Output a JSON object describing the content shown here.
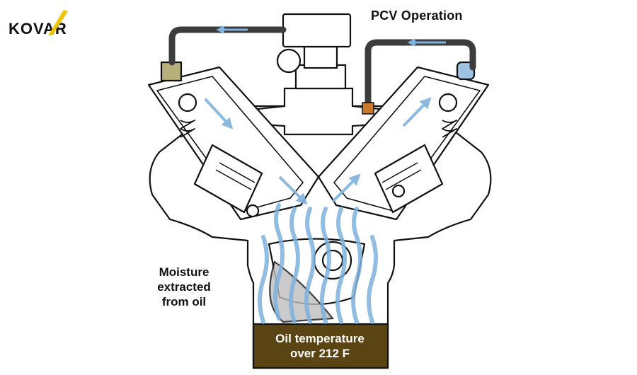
{
  "brand": {
    "logo_text": "KOVAR",
    "accent_color": "#f0c400"
  },
  "diagram": {
    "title": "PCV Operation",
    "moisture_label": [
      "Moisture",
      "extracted",
      "from oil"
    ],
    "oil_label": [
      "Oil temperature",
      "over 212 F"
    ]
  },
  "colors": {
    "line": "#111111",
    "airflow": "#7fb2dd",
    "oil": "#5a4413",
    "hose": "#3c3c3c",
    "pcv_fitting": "#c9792b",
    "breather": "#b8b07a"
  },
  "icons": [
    "kovar-logo-icon",
    "airflow-arrow-icon",
    "pcv-valve-icon",
    "breather-filter-icon"
  ]
}
